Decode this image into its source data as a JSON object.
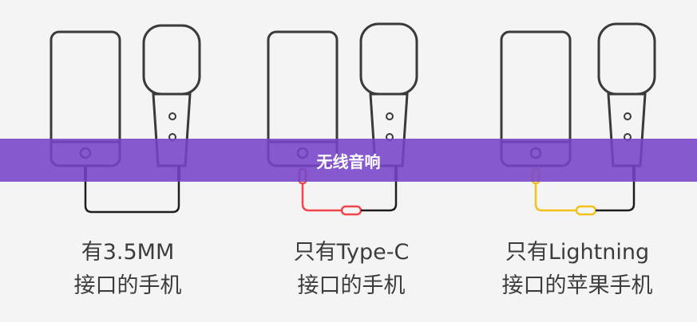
{
  "banner": {
    "title": "无线音响",
    "color": "#7644c8"
  },
  "panels": [
    {
      "line1": "有3.5MM",
      "line2": "接口的手机",
      "cable_color": "#1e1e1e"
    },
    {
      "line1": "只有Type-C",
      "line2": "接口的手机",
      "cable_color": "#f0464b"
    },
    {
      "line1": "只有Lightning",
      "line2": "接口的苹果手机",
      "cable_color": "#f2c11c"
    }
  ],
  "colors": {
    "outline": "#3a3a3a",
    "background": "#f4f4f4"
  }
}
